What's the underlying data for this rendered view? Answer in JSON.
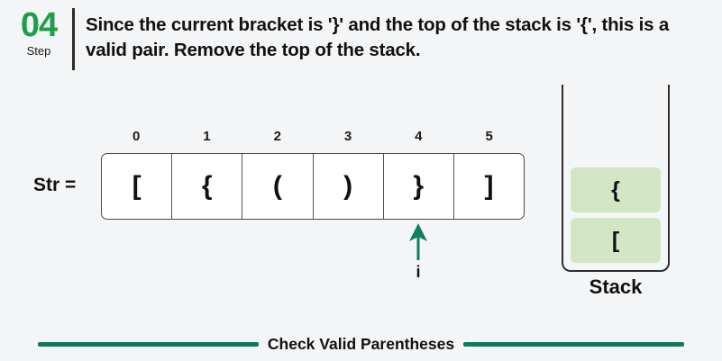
{
  "page": {
    "background_color": "#f4f5f7",
    "accent_green": "#1f9e4a",
    "accent_teal": "#117a5e",
    "stack_cell_color": "#d2e6c3"
  },
  "header": {
    "step_number": "04",
    "step_word": "Step",
    "description": "Since the current bracket is '}' and the top of the stack is '{', this is a valid pair. Remove the top of the stack."
  },
  "array": {
    "label": "Str =",
    "indices": [
      "0",
      "1",
      "2",
      "3",
      "4",
      "5"
    ],
    "values": [
      "[",
      "{",
      "(",
      ")",
      "}",
      "]"
    ]
  },
  "pointer": {
    "label": "i",
    "points_to_index": "4",
    "color": "#0f8060"
  },
  "stack": {
    "label": "Stack",
    "cells": [
      "{",
      "["
    ]
  },
  "footer": {
    "title": "Check Valid Parentheses"
  }
}
